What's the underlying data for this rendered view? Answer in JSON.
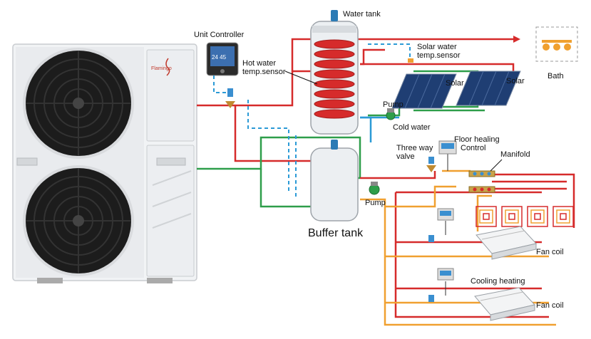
{
  "labels": {
    "water_tank": "Water tank",
    "unit_controller": "Unit Controller",
    "hot_water_sensor_line1": "Hot water",
    "hot_water_sensor_line2": "temp.sensor",
    "solar_sensor_line1": "Solar water",
    "solar_sensor_line2": "temp.sensor",
    "solar_1": "Solar",
    "solar_2": "Solar",
    "bath": "Bath",
    "pump_top": "Pump",
    "cold_water": "Cold water",
    "three_way_line1": "Three way",
    "three_way_line2": "valve",
    "floor_heating_line1": "Floor healing",
    "floor_heating_line2": "Control",
    "manifold": "Manifold",
    "buffer_tank": "Buffer tank",
    "pump_bottom": "Pump",
    "fan_coil_1": "Fan coil",
    "cooling_heating": "Cooling heating",
    "fan_coil_2": "Fan coil"
  },
  "unit": {
    "brand": "Flamingo",
    "controller_display": "24 45"
  },
  "colors": {
    "hot_pipe": "#d62b2b",
    "cold_pipe": "#2b9ad6",
    "green_pipe": "#2e9e4a",
    "orange_pipe": "#f0a030",
    "unit_body": "#eef0f2",
    "fan_dark": "#1a1a1a"
  }
}
